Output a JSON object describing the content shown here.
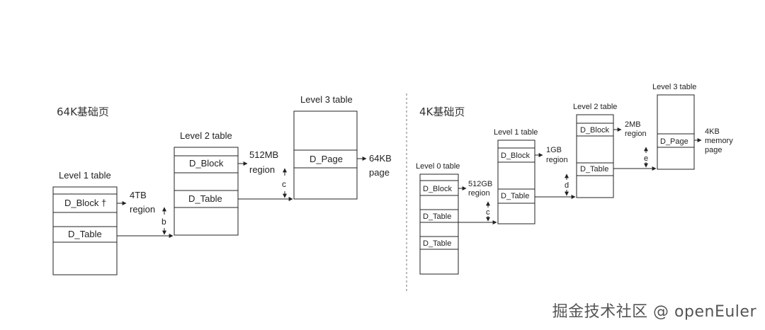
{
  "left": {
    "title": "64K基础页",
    "l1": {
      "title": "Level 1 table",
      "block": "D_Block †",
      "table": "D_Table"
    },
    "l2": {
      "title": "Level 2 table",
      "block": "D_Block",
      "table": "D_Table"
    },
    "l3": {
      "title": "Level 3 table",
      "page": "D_Page"
    },
    "r4tb": [
      "4TB",
      "region"
    ],
    "r512mb": [
      "512MB",
      "region"
    ],
    "r64kb": [
      "64KB",
      "page"
    ],
    "b": "b",
    "c": "c"
  },
  "right": {
    "title": "4K基础页",
    "l0": {
      "title": "Level 0 table",
      "block": "D_Block",
      "table1": "D_Table",
      "table2": "D_Table"
    },
    "l1": {
      "title": "Level 1 table",
      "block": "D_Block",
      "table": "D_Table"
    },
    "l2": {
      "title": "Level 2 table",
      "block": "D_Block",
      "table": "D_Table"
    },
    "l3": {
      "title": "Level 3 table",
      "page": "D_Page"
    },
    "r512gb": [
      "512GB",
      "region"
    ],
    "r1gb": [
      "1GB",
      "region"
    ],
    "r2mb": [
      "2MB",
      "region"
    ],
    "r4kb": [
      "4KB",
      "memory",
      "page"
    ],
    "c": "c",
    "d": "d",
    "e": "e"
  },
  "watermark": "掘金技术社区 @ openEuler"
}
